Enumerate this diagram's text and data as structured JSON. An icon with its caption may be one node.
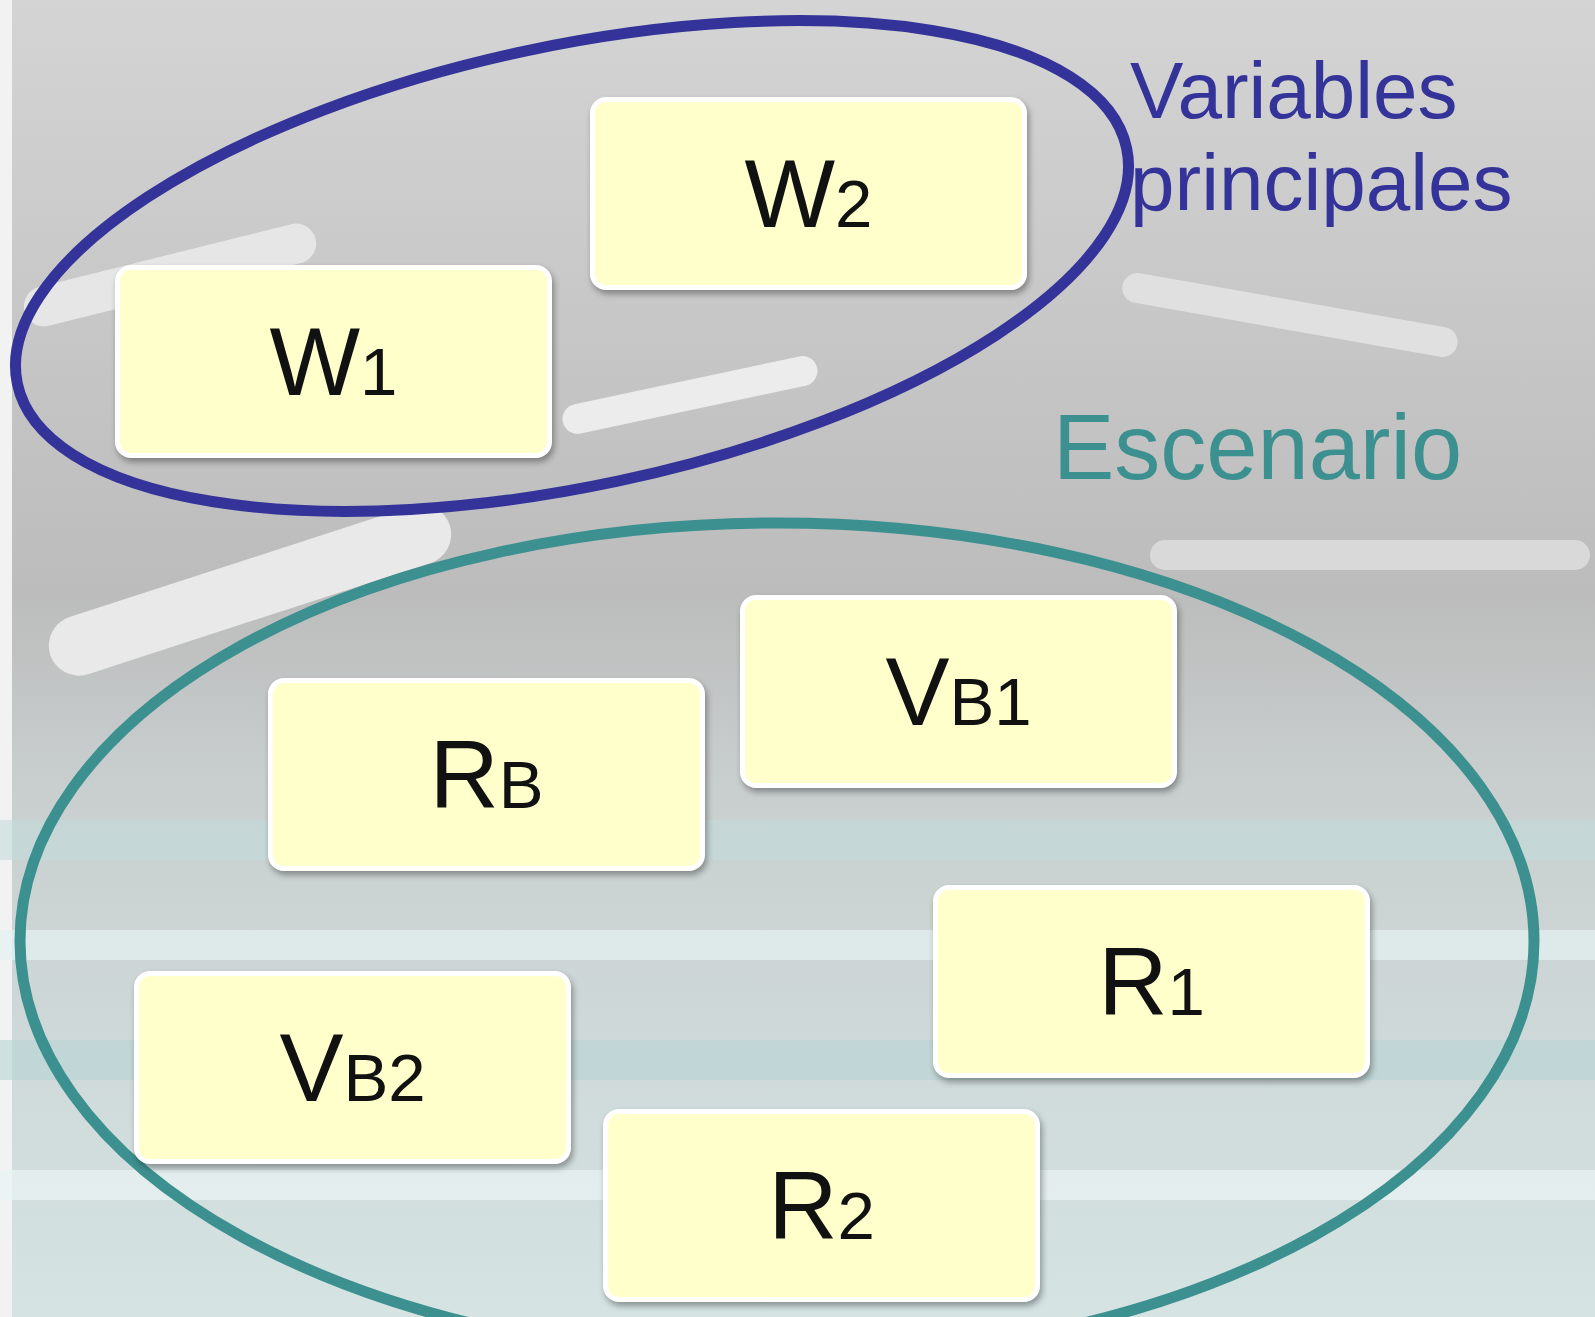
{
  "diagram": {
    "nodes": [
      {
        "text": [
          "Variables principales"
        ]
      },
      {
        "text": [
          "W$_{2}$"
        ],
        "in": 0
      },
      {
        "text": [
          "W$_{1}$"
        ],
        "in": 0
      },
      {
        "text": [
          "Escenario"
        ]
      },
      {
        "text": [
          "V$_{B1}$"
        ],
        "in": 3
      },
      {
        "text": [
          "R$_{B}$"
        ],
        "in": 3
      },
      {
        "text": [
          "R$_{1}$"
        ],
        "in": 3
      },
      {
        "text": [
          "V$_{B2}$"
        ],
        "in": 3
      },
      {
        "text": [
          "R$_{2}$"
        ],
        "in": 3
      }
    ]
  }
}
